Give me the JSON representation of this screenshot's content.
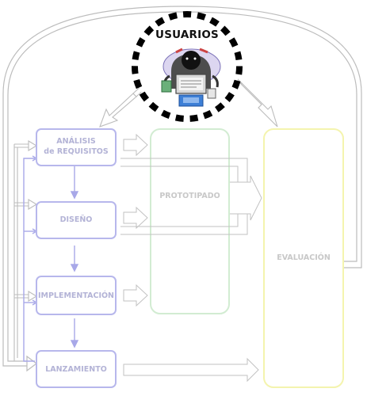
{
  "title": "USUARIOS",
  "icon": "person-at-computer",
  "stages": [
    {
      "line1": "ANÁLISIS",
      "line2": "de REQUISITOS"
    },
    {
      "line1": "DISEÑO"
    },
    {
      "line1": "IMPLEMENTACIÓN"
    },
    {
      "line1": "LANZAMIENTO"
    }
  ],
  "prototyping": "PROTOTIPADO",
  "evaluation": "EVALUACIÓN",
  "colors": {
    "stage_border": "#b7b7ec",
    "stage_arrow": "#a8a8e8",
    "prototype_border": "#d2ecd2",
    "evaluation_border": "#f4f4ae",
    "outline_arrow": "#bcbcbc",
    "dash_ring": "#000000"
  }
}
